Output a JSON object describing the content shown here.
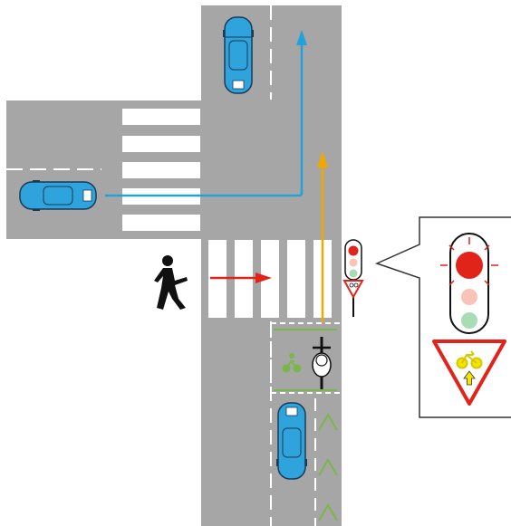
{
  "colors": {
    "road": "#a6a6a6",
    "background": "#ffffff",
    "crossing_stripe": "#ffffff",
    "lane_marking": "#ffffff",
    "bike_lane_line": "#7ab648",
    "car_body": "#2ea3dc",
    "car_outline": "#1a3a55",
    "car_windows": "#ffffff",
    "path_car_arrow": "#23a2d9",
    "path_bike_arrow": "#f0a800",
    "pedestrian_arrow": "#e2231a",
    "pedestrian": "#111111",
    "light_red": "#e2231a",
    "light_amber_off": "#f9c4b7",
    "light_green_dim": "#a7dcb5",
    "sign_border": "#e2231a",
    "sign_symbol": "#f5e400",
    "bike_symbol_green": "#7ab648",
    "callout_border": "#333333"
  },
  "scene": {
    "elements": [
      "car-top-parked-icon",
      "car-left-waiting-icon",
      "car-bottom-lane-icon",
      "bicycle-rider-icon",
      "pedestrian-icon",
      "traffic-light-with-bike-sign-icon",
      "traffic-light-detail-callout"
    ],
    "signals": {
      "main_light_state": "red",
      "bike_turn_sign": "yield-triangle-bike-straight"
    }
  }
}
